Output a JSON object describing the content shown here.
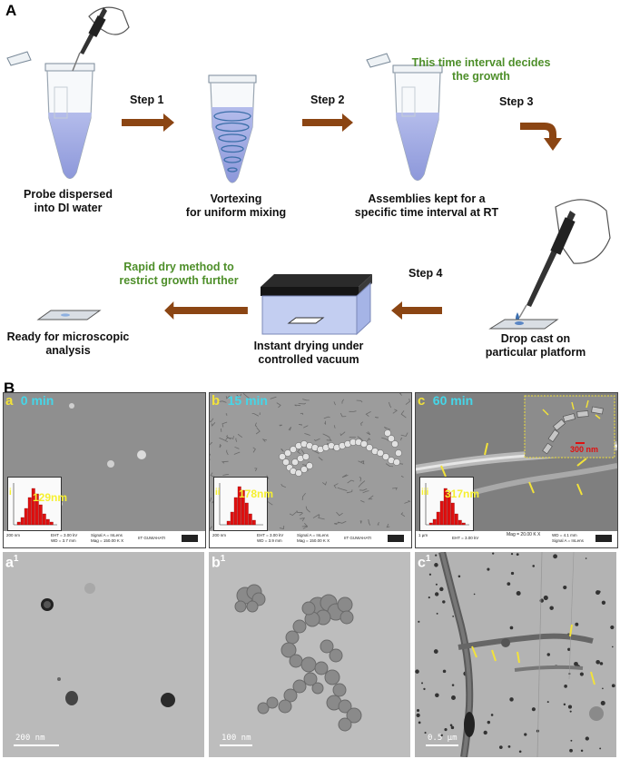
{
  "panel_a": {
    "letter": "A",
    "steps": [
      "Step 1",
      "Step 2",
      "Step 3",
      "Step 4"
    ],
    "captions": {
      "probe_line1": "Probe dispersed",
      "probe_line2": "into DI water",
      "vortex_line1": "Vortexing",
      "vortex_line2": "for uniform mixing",
      "assemblies_line1": "Assemblies kept for a",
      "assemblies_line2": "specific time interval at RT",
      "dropcast_line1": "Drop cast on",
      "dropcast_line2": "particular platform",
      "drying_line1": "Instant drying under",
      "drying_line2": "controlled vacuum",
      "ready_line1": "Ready for microscopic",
      "ready_line2": "analysis"
    },
    "notes": {
      "time_line1": "This time interval decides",
      "time_line2": "the growth",
      "rapid_line1": "Rapid dry method to",
      "rapid_line2": "restrict growth further"
    },
    "colors": {
      "arrow": "#8b4513",
      "liquid": "#9ea9e3",
      "green_text": "#4e8f2a",
      "vacuum_box": "#b8c6ee"
    }
  },
  "panel_b": {
    "letter": "B",
    "sem": [
      {
        "letter": "a",
        "time": "0 min",
        "roman": "i",
        "size": "129nm",
        "info_left": "200 nm",
        "eht": "EHT = 3.00 kV",
        "wd": "WD = 3.7 mm",
        "signal": "Signal A = InLens",
        "mag": "Mag = 150.00 K X",
        "inst": "IIT GUWAHATI"
      },
      {
        "letter": "b",
        "time": "15 min",
        "roman": "ii",
        "size": "178nm",
        "info_left": "200 nm",
        "eht": "EHT = 3.00 kV",
        "wd": "WD = 3.9 mm",
        "signal": "Signal A = InLens",
        "mag": "Mag = 150.00 K X",
        "inst": "IIT GUWAHATI"
      },
      {
        "letter": "c",
        "time": "60 min",
        "roman": "iii",
        "size": "317nm",
        "info_left": "1 µm",
        "eht": "EHT = 3.00 kV",
        "wd": "WD = 4.1 mm",
        "signal": "Signal A = InLens",
        "mag": "Mag = 20.00 K X",
        "inst": "",
        "inset_scale": "300 nm"
      }
    ],
    "tem": [
      {
        "letter": "a",
        "sup": "1",
        "scale": "200 nm"
      },
      {
        "letter": "b",
        "sup": "1",
        "scale": "100 nm"
      },
      {
        "letter": "c",
        "sup": "1",
        "scale": "0.5 µm"
      }
    ],
    "colors": {
      "time_label": "#45d6e8",
      "yellow": "#f2e23a",
      "histogram": "#e01010"
    }
  }
}
